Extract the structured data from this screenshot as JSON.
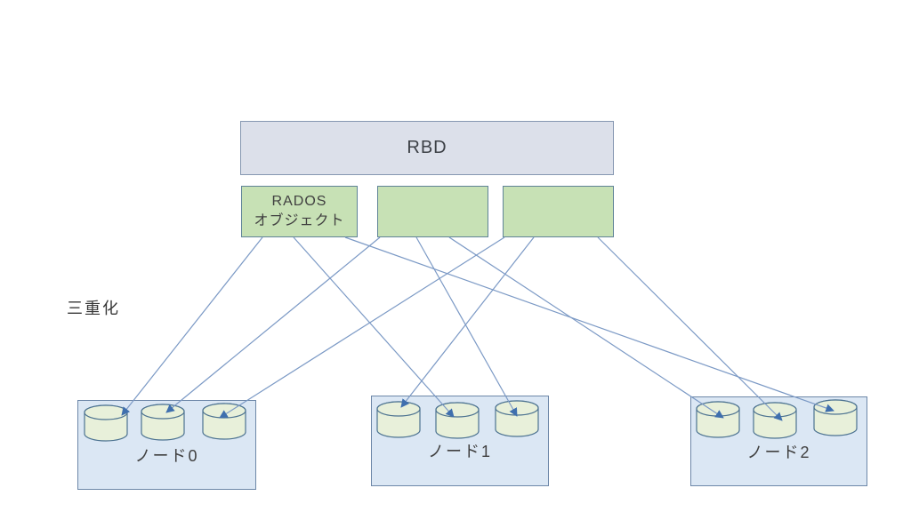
{
  "diagram": {
    "title_box": {
      "label": "RBD"
    },
    "rados_boxes": [
      {
        "label_line1": "RADOS",
        "label_line2": "オブジェクト"
      },
      {
        "label_line1": "",
        "label_line2": ""
      },
      {
        "label_line1": "",
        "label_line2": ""
      }
    ],
    "replication_label": "三重化",
    "nodes": [
      {
        "label": "ノード0"
      },
      {
        "label": "ノード1"
      },
      {
        "label": "ノード2"
      }
    ],
    "disks_per_node": 3,
    "edges": [
      {
        "from_box": 0,
        "to_node": 0,
        "to_disk": 0
      },
      {
        "from_box": 0,
        "to_node": 1,
        "to_disk": 1
      },
      {
        "from_box": 0,
        "to_node": 2,
        "to_disk": 2
      },
      {
        "from_box": 1,
        "to_node": 0,
        "to_disk": 1
      },
      {
        "from_box": 1,
        "to_node": 1,
        "to_disk": 2
      },
      {
        "from_box": 1,
        "to_node": 2,
        "to_disk": 0
      },
      {
        "from_box": 2,
        "to_node": 0,
        "to_disk": 2
      },
      {
        "from_box": 2,
        "to_node": 1,
        "to_disk": 0
      },
      {
        "from_box": 2,
        "to_node": 2,
        "to_disk": 1
      }
    ],
    "colors": {
      "rbd_box_fill": "#dce0ea",
      "rbd_box_border": "#8697b1",
      "rados_box_fill": "#c7e1b5",
      "rados_box_border": "#5f8397",
      "node_box_fill": "#dbe7f4",
      "node_box_border": "#6d87a8",
      "disk_fill": "#e8f0da",
      "disk_border": "#4d7391",
      "arrow_line": "#7b99c5",
      "arrow_head": "#3f6fae",
      "text": "#3c4046"
    }
  }
}
